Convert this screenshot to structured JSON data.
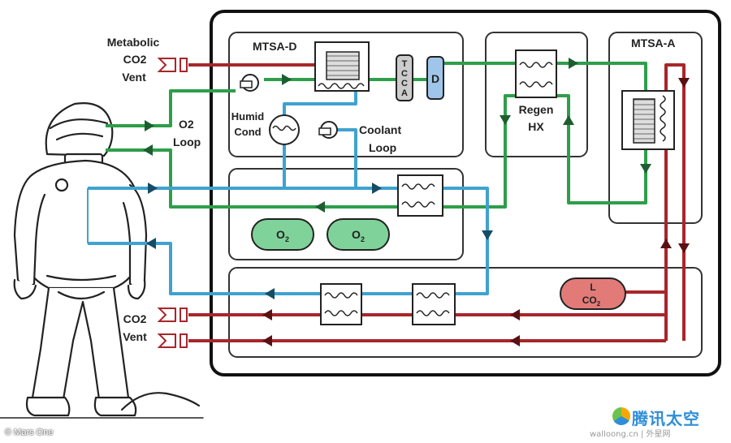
{
  "labels": {
    "metabolic_vent": [
      "Metabolic",
      "CO2",
      "Vent"
    ],
    "mtsa_d": "MTSA-D",
    "mtsa_a": "MTSA-A",
    "tcca": [
      "T",
      "C",
      "C",
      "A"
    ],
    "d": "D",
    "regen_hx": [
      "Regen",
      "HX"
    ],
    "humid_cond": [
      "Humid",
      "Cond"
    ],
    "coolant_loop": [
      "Coolant",
      "Loop"
    ],
    "o2_loop": [
      "O2",
      "Loop"
    ],
    "o2_tank": "O",
    "o2_sub": "2",
    "lco2": [
      "L",
      "CO"
    ],
    "lco2_sub": "2",
    "co2_vent": [
      "CO2",
      "Vent"
    ]
  },
  "credit": "© Mars One",
  "watermark": {
    "brand": "腾讯太空",
    "url": "walloong.cn | 外星网"
  },
  "colors": {
    "green_loop": "#2e9e4a",
    "blue_loop": "#3fa2cf",
    "red_loop": "#a8262b",
    "tank_fill": "#7fd39a",
    "lco2_fill": "#e27b78",
    "d_fill": "#9fc6ea",
    "frame": "#111111"
  }
}
